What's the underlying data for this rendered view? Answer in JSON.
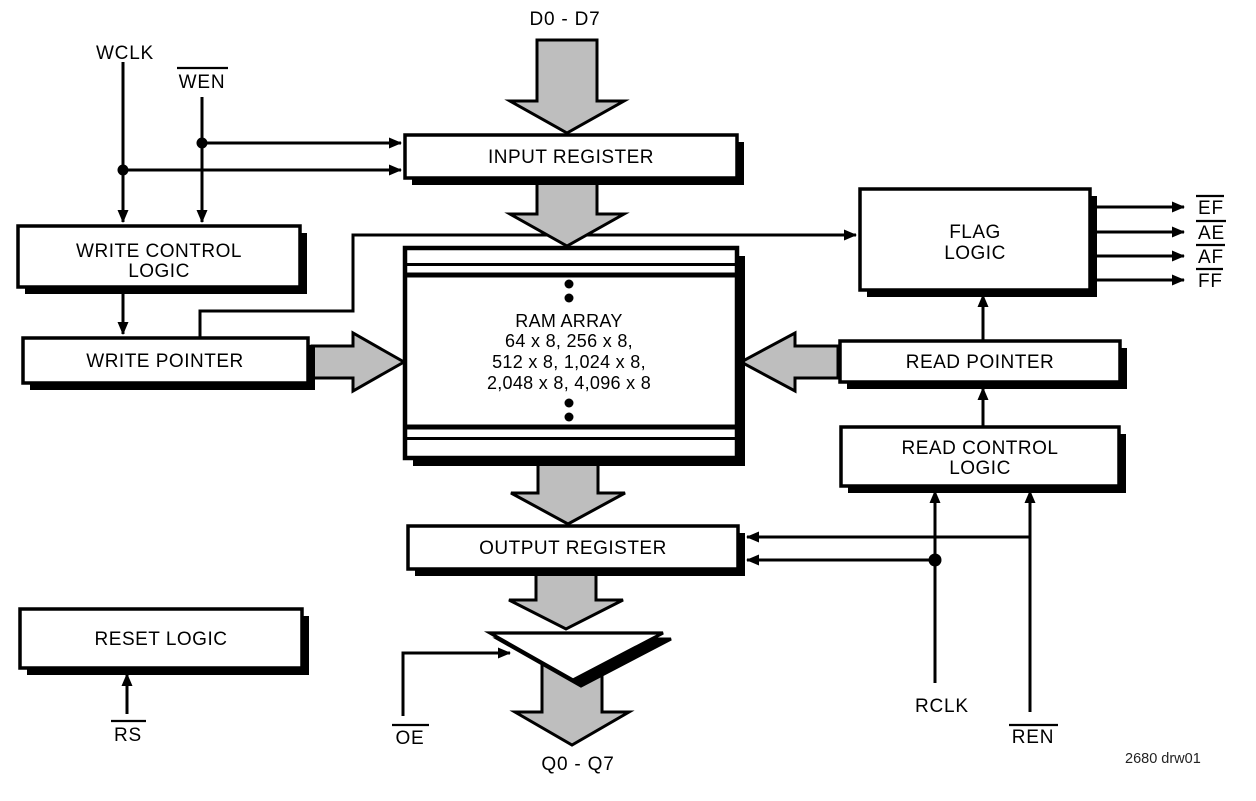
{
  "colors": {
    "arrow_fill": "#bebebe",
    "ink": "#000000",
    "background": "#ffffff"
  },
  "buses": {
    "data_in": "D0 - D7",
    "data_out": "Q0 - Q7"
  },
  "signals": {
    "wclk": "WCLK",
    "wen": "WEN",
    "rclk": "RCLK",
    "ren": "REN",
    "oe": "OE",
    "rs": "RS"
  },
  "flags": {
    "ef": "EF",
    "ae": "AE",
    "af": "AF",
    "ff": "FF"
  },
  "blocks": {
    "input_register": {
      "label": "INPUT REGISTER"
    },
    "write_control": {
      "line1": "WRITE CONTROL",
      "line2": "LOGIC"
    },
    "write_pointer": {
      "label": "WRITE POINTER"
    },
    "ram": {
      "line1": "RAM ARRAY",
      "line2": "64 x 8, 256 x 8,",
      "line3": "512 x 8, 1,024 x 8,",
      "line4": "2,048 x 8, 4,096 x 8"
    },
    "flag_logic": {
      "line1": "FLAG",
      "line2": "LOGIC"
    },
    "read_pointer": {
      "label": "READ POINTER"
    },
    "read_control": {
      "line1": "READ CONTROL",
      "line2": "LOGIC"
    },
    "output_register": {
      "label": "OUTPUT REGISTER"
    },
    "reset_logic": {
      "label": "RESET LOGIC"
    }
  },
  "note": "2680 drw01"
}
